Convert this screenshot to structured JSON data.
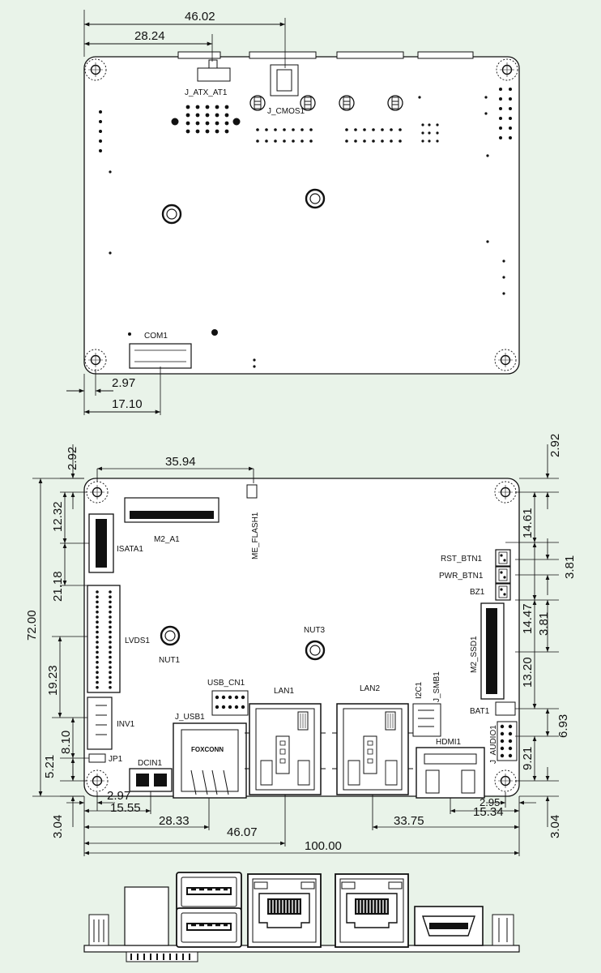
{
  "top_view": {
    "dimensions": {
      "d_46_02": "46.02",
      "d_28_24": "28.24",
      "d_2_97": "2.97",
      "d_17_10": "17.10"
    },
    "labels": {
      "j_atx_at1": "J_ATX_AT1",
      "j_cmos1": "J_CMOS1",
      "com1": "COM1"
    }
  },
  "bottom_view": {
    "dimensions": {
      "d_2_92_left": "2.92",
      "d_35_94": "35.94",
      "d_2_92_right": "2.92",
      "d_12_32": "12.32",
      "d_21_18": "21.18",
      "d_72_00": "72.00",
      "d_19_23": "19.23",
      "d_8_10": "8.10",
      "d_5_21": "5.21",
      "d_3_04_left": "3.04",
      "d_14_61": "14.61",
      "d_3_81_a": "3.81",
      "d_14_47": "14.47",
      "d_3_81_b": "3.81",
      "d_13_20": "13.20",
      "d_6_93": "6.93",
      "d_9_21": "9.21",
      "d_3_04_right": "3.04",
      "d_2_97": "2.97",
      "d_15_55": "15.55",
      "d_28_33": "28.33",
      "d_46_07": "46.07",
      "d_2_95": "2.95",
      "d_15_34": "15.34",
      "d_33_75": "33.75",
      "d_100_00": "100.00"
    },
    "labels": {
      "isata1": "ISATA1",
      "m2_a1": "M2_A1",
      "me_flash1": "ME_FLASH1",
      "lvds1": "LVDS1",
      "nut1": "NUT1",
      "nut3": "NUT3",
      "usb_cn1": "USB_CN1",
      "lan1": "LAN1",
      "lan2": "LAN2",
      "i2c1": "I2C1",
      "j_smb1": "J_SMB1",
      "m2_ssd1": "M2_SSD1",
      "rst_btn1": "RST_BTN1",
      "pwr_btn1": "PWR_BTN1",
      "bz1": "BZ1",
      "bat1": "BAT1",
      "inv1": "INV1",
      "j_usb1": "J_USB1",
      "hdmi1": "HDMI1",
      "j_audio1": "J_AUDIO1",
      "jp1": "JP1",
      "dcin1": "DCIN1",
      "foxconn": "FOXCONN"
    }
  },
  "colors": {
    "background": "#e9f3e9",
    "line": "#111111",
    "board": "#ffffff"
  }
}
